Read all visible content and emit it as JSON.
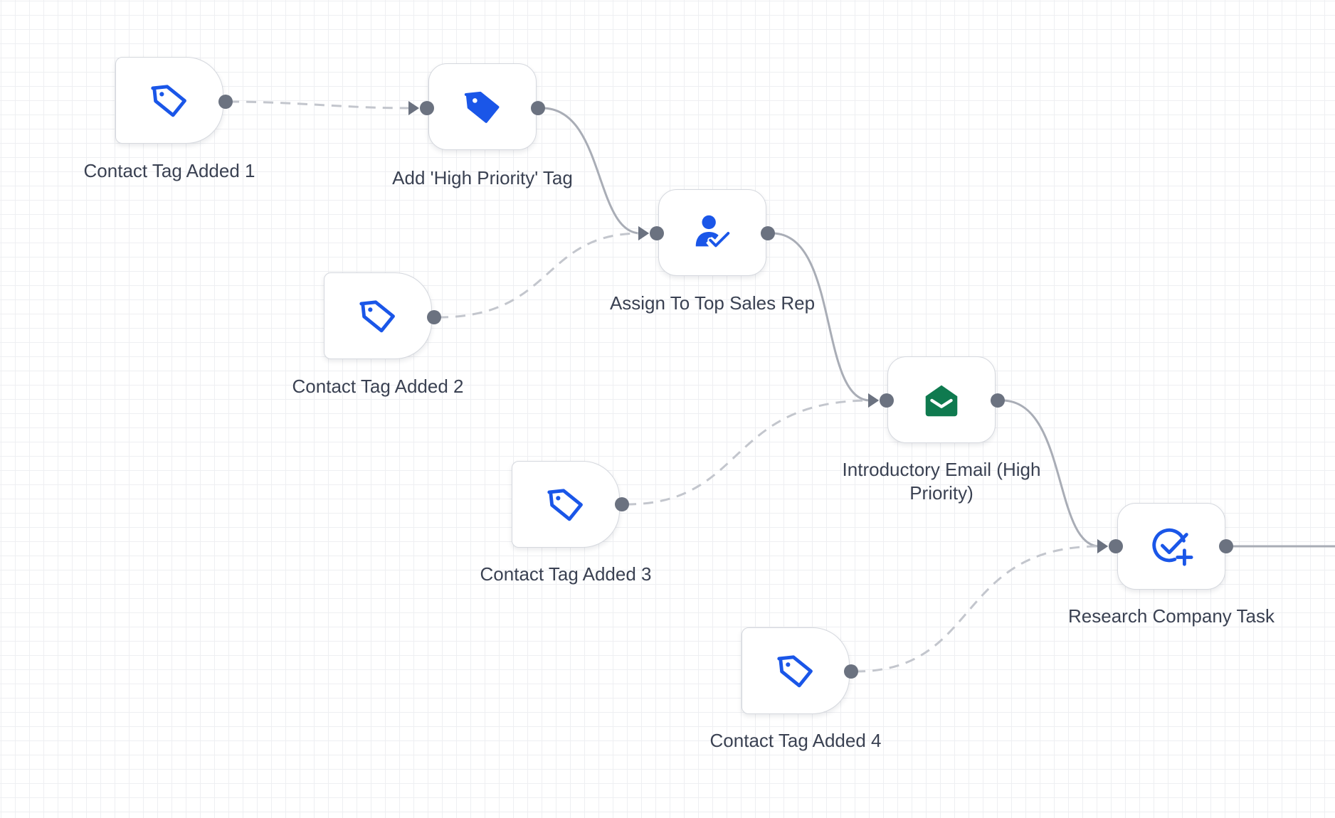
{
  "workflow": {
    "nodes": [
      {
        "id": "contact-tag-added-1",
        "label": "Contact Tag Added 1",
        "icon": "tag-outline-icon",
        "kind": "trigger",
        "icon_color": "#1a56e8"
      },
      {
        "id": "add-high-priority-tag",
        "label": "Add 'High Priority' Tag",
        "icon": "tag-filled-icon",
        "kind": "action",
        "icon_color": "#1a56e8"
      },
      {
        "id": "contact-tag-added-2",
        "label": "Contact Tag Added 2",
        "icon": "tag-outline-icon",
        "kind": "trigger",
        "icon_color": "#1a56e8"
      },
      {
        "id": "assign-to-top-sales-rep",
        "label": "Assign To Top Sales Rep",
        "icon": "user-check-icon",
        "kind": "action",
        "icon_color": "#1a56e8"
      },
      {
        "id": "contact-tag-added-3",
        "label": "Contact Tag Added 3",
        "icon": "tag-outline-icon",
        "kind": "trigger",
        "icon_color": "#1a56e8"
      },
      {
        "id": "introductory-email-high-priority",
        "label": "Introductory Email (High\nPriority)",
        "icon": "email-open-icon",
        "kind": "action",
        "icon_color": "#0f7a4f"
      },
      {
        "id": "contact-tag-added-4",
        "label": "Contact Tag Added 4",
        "icon": "tag-outline-icon",
        "kind": "trigger",
        "icon_color": "#1a56e8"
      },
      {
        "id": "research-company-task",
        "label": "Research Company Task",
        "icon": "task-add-icon",
        "kind": "action",
        "icon_color": "#1a56e8"
      }
    ],
    "edges": [
      {
        "from": "contact-tag-added-1",
        "to": "add-high-priority-tag",
        "style": "dashed"
      },
      {
        "from": "add-high-priority-tag",
        "to": "assign-to-top-sales-rep",
        "style": "solid"
      },
      {
        "from": "contact-tag-added-2",
        "to": "assign-to-top-sales-rep",
        "style": "dashed"
      },
      {
        "from": "assign-to-top-sales-rep",
        "to": "introductory-email-high-priority",
        "style": "solid"
      },
      {
        "from": "contact-tag-added-3",
        "to": "introductory-email-high-priority",
        "style": "dashed"
      },
      {
        "from": "introductory-email-high-priority",
        "to": "research-company-task",
        "style": "solid"
      },
      {
        "from": "contact-tag-added-4",
        "to": "research-company-task",
        "style": "dashed"
      },
      {
        "from": "research-company-task",
        "to": "",
        "style": "solid"
      }
    ],
    "colors": {
      "canvas": "#ffffff",
      "grid": "#eeeff2",
      "port": "#6b7280",
      "edge_dashed": "#c3c6cd",
      "edge_solid": "#a9adb6",
      "arrowhead": "#6b7280",
      "label_text": "#3a4152"
    }
  }
}
